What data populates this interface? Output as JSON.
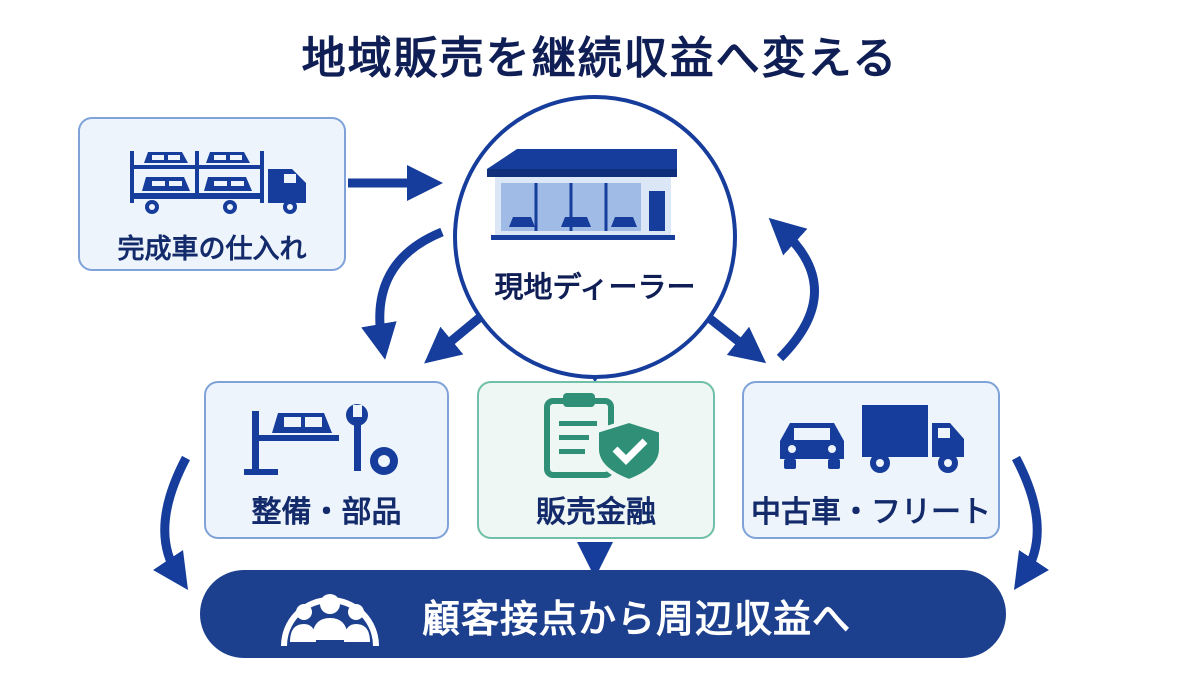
{
  "title": "地域販売を継続収益へ変える",
  "hub": {
    "label": "現地ディーラー",
    "icon": "dealership-building-icon"
  },
  "nodes": {
    "procure": {
      "label": "完成車の仕入れ",
      "icon": "car-carrier-truck-icon"
    },
    "service": {
      "label": "整備・部品",
      "icon": "car-lift-wrench-gear-icon"
    },
    "finance": {
      "label": "販売金融",
      "icon": "clipboard-shield-check-icon"
    },
    "used": {
      "label": "中古車・フリート",
      "icon": "car-and-truck-icon"
    }
  },
  "banner": {
    "label": "顧客接点から周辺収益へ",
    "icon": "customer-group-icon"
  },
  "colors": {
    "navy": "#0f1f55",
    "primary": "#163d9c",
    "banner": "#1c3f8e",
    "box_fill": "#eef4fc",
    "box_border": "#7fa3d8",
    "finance_fill": "#eef7f3",
    "finance_border": "#6fbfa9",
    "finance_icon": "#2f8f77"
  }
}
